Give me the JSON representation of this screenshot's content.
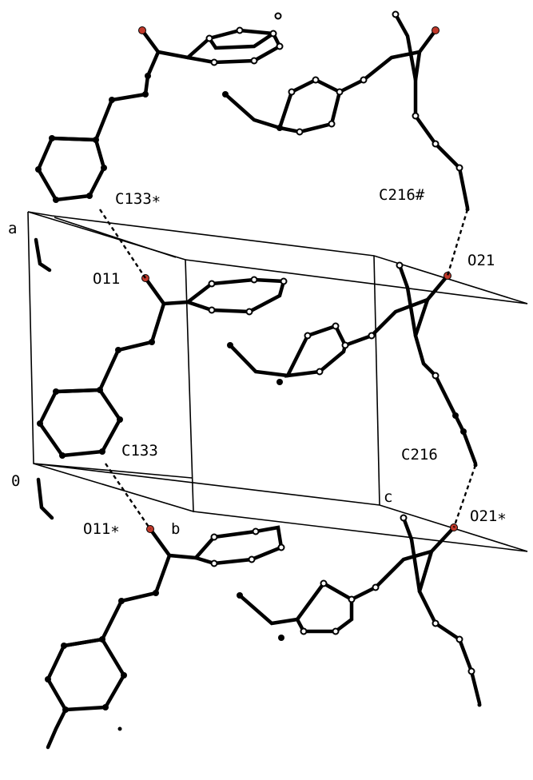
{
  "labels": {
    "c133_star": "C133∗",
    "c216_hash": "C216#",
    "o21": "O21",
    "o11": "O11",
    "c133": "C133",
    "c216": "C216",
    "o11_star": "O11∗",
    "o21_star": "O21∗",
    "axis_a": "a",
    "axis_b": "b",
    "axis_c": "c",
    "origin": "0"
  },
  "colors": {
    "oxygen": "#c0392b",
    "bonds": "#000000",
    "background": "#ffffff"
  }
}
